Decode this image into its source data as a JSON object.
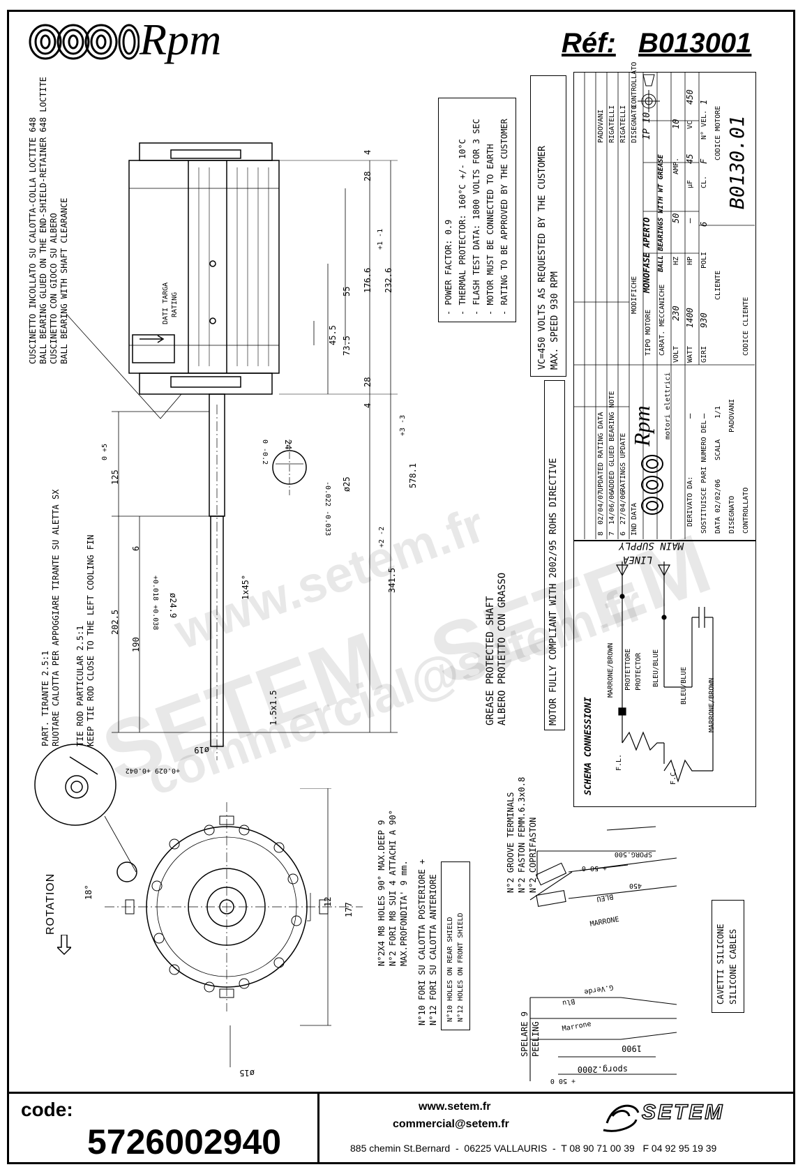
{
  "header": {
    "brand": "Rpm",
    "ref_label": "Réf:",
    "ref_value": "B013001"
  },
  "notes_left": {
    "bearing_it_1": "CUSCINETTO INCOLLATO SU CALOTTA-COLLA LOCTITE 648",
    "bearing_en_1": "BALL BEARING GLUED ON THE END-SHIELD-RETAINER 648 LOCTITE",
    "bearing_it_2": "CUSCINETTO CON GIOCO SU ALBERO",
    "bearing_en_2": "BALL BEARING WITH SHAFT CLEARANCE",
    "tie_rod_it_1": "PART. TIRANTE 2.5:1",
    "tie_rod_it_2": "RUOTARE CALOTTA PER APPOGGIARE TIRANTE SU ALETTA SX",
    "tie_rod_en_1": "TIE ROD PARTICULAR 2.5:1",
    "tie_rod_en_2": "KEEP TIE ROD CLOSE TO THE LEFT COOLING FIN",
    "nameplate_it": "DATI TARGA",
    "nameplate_en": "RATING",
    "rotation": "ROTATION"
  },
  "dimensions": {
    "d28_top": "28",
    "d4_top": "4",
    "d176": "176.6",
    "d232": "232.6",
    "d232_tol": "+1 -1",
    "d55": "55",
    "d45": "45.5",
    "d73": "73.5",
    "d28_bot": "28",
    "d4_bot": "4",
    "d578": "578.1",
    "d578_tol": "+3 -3",
    "d341": "341.5",
    "d341_tol": "+2 -2",
    "d125": "125",
    "d125_tol": "0 +5",
    "d202": "202.5",
    "d190": "190",
    "d6": "6",
    "shaft_24": "ø24.9",
    "shaft_24_tol": "+0.018 +0.038",
    "chamfer": "1x45°",
    "key_24": "24",
    "key_24_tol": "0 -0.2",
    "d25": "ø25",
    "d25_tol": "-0.022 -0.033",
    "flat": "1.5x1.5",
    "shaft_19": "ø19",
    "shaft_19_tol": "+0.029 +0.042",
    "d12": "12",
    "d177": "177",
    "d15": "ø15",
    "angle18": "18°"
  },
  "notes_mid": {
    "grease_en": "GREASE PROTECTED SHAFT",
    "grease_it": "ALBERO PROTETTO CON GRASSO",
    "holes_1": "N°2X4 M8 HOLES 90° MAX.DEEP 9",
    "holes_2": "N°2 FORI M8 SUI 4 ATTACHI A 90°",
    "holes_3": "MAX.PROFONDITA' 9 mm.",
    "holes_4": "N°10 FORI SU CALOTTA POSTERIORE +",
    "holes_5": "N°12 FORI SU CALOTTA ANTERIORE",
    "holes_6": "N°10 HOLES ON REAR SHIELD",
    "holes_7": "N°12 HOLES ON FRONT SHIELD",
    "terminals_1": "N°2 GROOVE TERMINALS",
    "terminals_2": "N°2 FASTON FEMM.6.3x0.8",
    "terminals_3": "N°2 COPRIFASTON",
    "peeling_1": "SPELARE 9",
    "peeling_2": "PEELING"
  },
  "specs_box": {
    "lines": [
      "- POWER FACTOR: 0.9",
      "- THERMAL PROTECTOR: 160°C +/- 10°C",
      "- FLASH TEST DATA: 1800 VOLTS FOR 3 SEC",
      "- MOTOR MUST BE CONNECTED TO EARTH",
      "- RATING TO BE APPROVED BY THE CUSTOMER"
    ]
  },
  "vc_box": {
    "line1": "VC=450 VOLTS AS REQUESTED BY THE CUSTOMER",
    "line2": "MAX. SPEED 930 RPM"
  },
  "rohs": "MOTOR FULLY COMPLIANT WITH 2002/95 ROHS DIRECTIVE",
  "title_block": {
    "tipo_motore_label": "TIPO MOTORE",
    "tipo_motore": "MONOFASE APERTO",
    "ip": "IP 10",
    "carat_label": "CARAT. MECCANICHE",
    "carat": "BALL BEARINGS WITH WT GREASE",
    "volt_label": "VOLT",
    "volt": "230",
    "hz_label": "HZ",
    "hz": "50",
    "amp_label": "AMP.",
    "amp": "10",
    "watt_label": "WATT",
    "watt": "1400",
    "hp_label": "HP",
    "hp": "–",
    "uf_label": "µF",
    "uf": "45",
    "vc_label": "VC",
    "vc": "450",
    "giri_label": "GIRI",
    "giri": "930",
    "poli_label": "POLI",
    "poli": "6",
    "cl_label": "CL.",
    "cl": "F",
    "nvel_label": "N° VEL.",
    "nvel": "1",
    "cliente_label": "CLIENTE",
    "codice_motore_label": "CODICE MOTORE",
    "codice_motore": "B0130.01",
    "codice_cliente_label": "CODICE CLIENTE",
    "modifiche_label": "MODIFICHE",
    "revisions": [
      {
        "ind": "8",
        "date": "02/04/07",
        "text": "UPDATED RATING DATA",
        "by": "PADOVANI"
      },
      {
        "ind": "7",
        "date": "14/06/06",
        "text": "ADDED GLUED BEARING NOTE",
        "by": "RIGATELLI"
      },
      {
        "ind": "6",
        "date": "27/04/06",
        "text": "RATINGS UPDATE",
        "by": "RIGATELLI"
      }
    ],
    "ind_label": "IND",
    "data_label": "DATA",
    "disegnato_label": "DISEGNATO",
    "controllato_label": "CONTROLLATO",
    "derivato_label": "DERIVATO DA:",
    "derivato": "–",
    "sostituisce_label": "SOSTITUISCE PARI NUMERO DEL",
    "sostituisce": "–",
    "data_date": "02/02/06",
    "scala_label": "SCALA",
    "scala": "1/1",
    "disegnato": "PADOVANI",
    "company_small": "motori elettrici"
  },
  "schema": {
    "title": "SCHEMA CONNESSIONI",
    "linea": "LINEA",
    "main_supply": "MAIN SUPPLY",
    "marrone_brown_1": "MARRONE/BROWN",
    "protettore": "PROTETTORE",
    "protector": "PROTECTOR",
    "bleu_blue_1": "BLEU/BLUE",
    "bleu_blue_2": "BLEU/BLUE",
    "marrone_brown_2": "MARRONE/BROWN",
    "fl": "F.L.",
    "fc": "F.C."
  },
  "cables": {
    "spgs500": "SPORG.500",
    "spgs_tol": "+ 50 0",
    "l450": "450",
    "blu": "BLEU",
    "marrone": "MARRONE",
    "gverde": "G.Verde",
    "blu2": "Blu",
    "marrone2": "Marrone",
    "l1900": "1900",
    "sporg2000": "sporg.2000",
    "sporg2000_tol": "+ 50 0",
    "silicone_1": "CAVETTI SILICONE",
    "silicone_2": "SILICONE CABLES"
  },
  "footer": {
    "code_label": "code:",
    "code": "5726002940",
    "web": "www.setem.fr",
    "email": "commercial@setem.fr",
    "address": "885 chemin St.Bernard  -  06225 VALLAURIS  -  T 08 90 71 00 39   F 04 92 95 19 39",
    "brand": "SETEM"
  },
  "watermarks": {
    "w1": "www.setem.fr",
    "w2": "SETEM",
    "w3": "commercial@setem.fr",
    "w4": "SETEM"
  }
}
